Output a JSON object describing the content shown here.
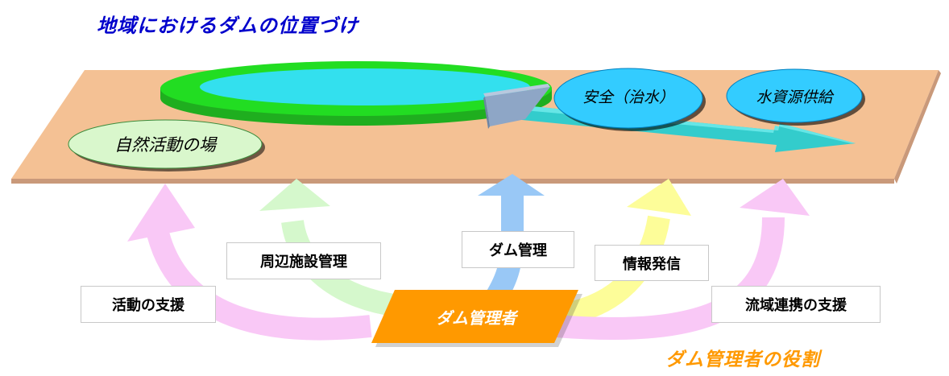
{
  "title": "地域におけるダムの位置づけ",
  "footer": "ダム管理者の役割",
  "region_bubbles": {
    "nature": "自然活動の場",
    "safety": "安全（治水）",
    "water_supply": "水資源供給"
  },
  "roles": {
    "activity_support": "活動の支援",
    "facility_management": "周辺施設管理",
    "dam_management": "ダム管理",
    "information": "情報発信",
    "basin_cooperation": "流域連携の支援"
  },
  "manager": "ダム管理者",
  "colors": {
    "title": "#0000cc",
    "footer": "#ff9900",
    "ground": "#f4c194",
    "reservoir_rim": "#22dd22",
    "reservoir_water": "#33e0ee",
    "river": "#33cccc",
    "dam_block": "#8ea6c6",
    "bubble_blue": "#33ccff",
    "bubble_green": "#d9f7cc",
    "arrow_pink": "#f9c8f6",
    "arrow_green": "#d5f8cc",
    "arrow_blue": "#99c8f6",
    "arrow_yellow": "#fdfd99",
    "manager_fill": "#ff9900"
  }
}
